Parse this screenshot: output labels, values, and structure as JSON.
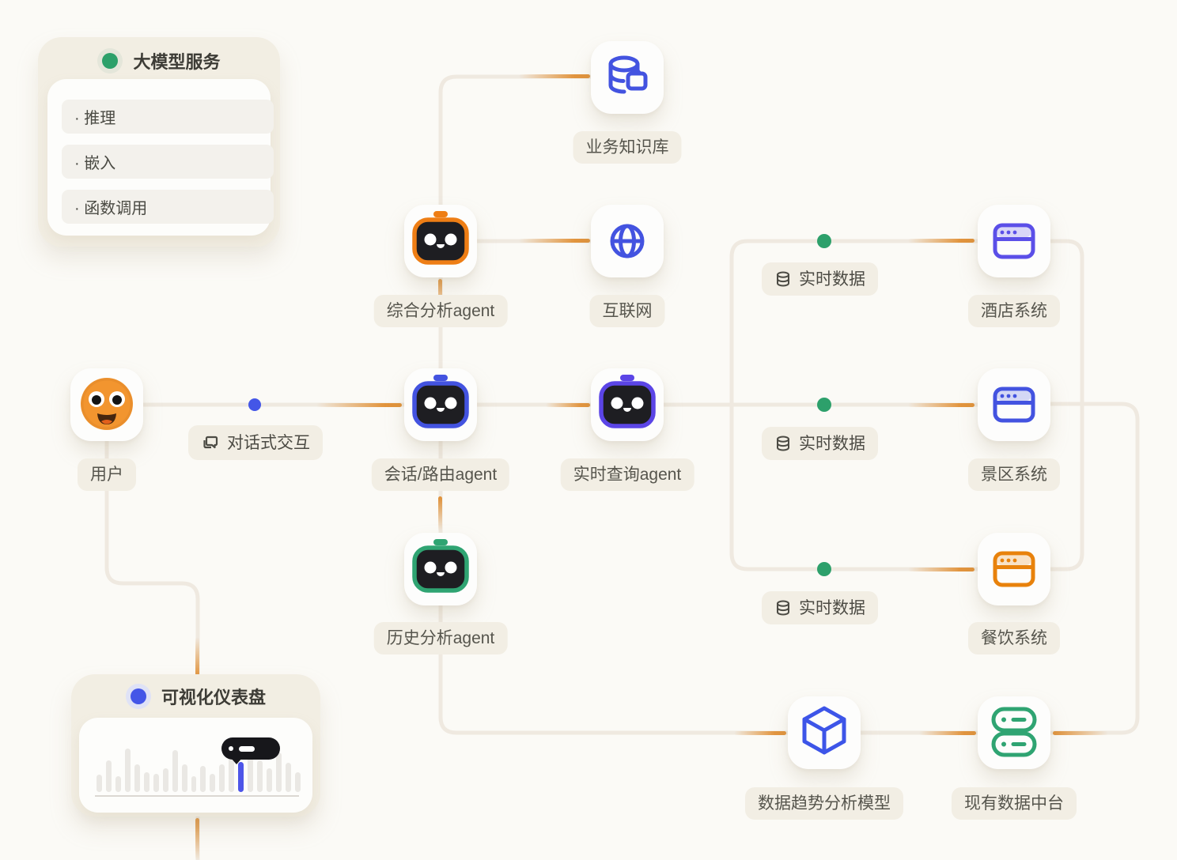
{
  "colors": {
    "background": "#fbfaf6",
    "connector": "#efe9e0",
    "flow_highlight": "#e2953f",
    "blue": "#4353e0",
    "indigo": "#5b4fe8",
    "orange": "#ee7e15",
    "orange_browser": "#e8820c",
    "green": "#2da06b",
    "cube_blue": "#3d55e8",
    "pill_background": "#f2eee4",
    "panel_background": "#f2eee3",
    "robot_face": "#1e1e22",
    "dot_blue": "#4456e7",
    "dot_green": "#2da06b",
    "bar_gray": "#eae8e4",
    "bar_highlight": "#4d55e8"
  },
  "llm_panel": {
    "title": "大模型服务",
    "items": [
      {
        "label": "· 推理"
      },
      {
        "label": "· 嵌入"
      },
      {
        "label": "· 函数调用"
      }
    ]
  },
  "nodes": {
    "knowledge": {
      "label": "业务知识库"
    },
    "analysis_agent": {
      "label": "综合分析agent"
    },
    "internet": {
      "label": "互联网"
    },
    "hotel": {
      "label": "酒店系统"
    },
    "user": {
      "label": "用户"
    },
    "router_agent": {
      "label": "会话/路由agent"
    },
    "query_agent": {
      "label": "实时查询agent"
    },
    "scenic": {
      "label": "景区系统"
    },
    "history_agent": {
      "label": "历史分析agent"
    },
    "catering": {
      "label": "餐饮系统"
    },
    "trend_model": {
      "label": "数据趋势分析模型"
    },
    "data_platform": {
      "label": "现有数据中台"
    }
  },
  "badges": {
    "chat": {
      "label": "对话式交互"
    },
    "realtime_1": {
      "label": "实时数据"
    },
    "realtime_2": {
      "label": "实时数据"
    },
    "realtime_3": {
      "label": "实时数据"
    }
  },
  "dashboard": {
    "title": "可视化仪表盘",
    "chart": {
      "type": "bar",
      "bar_heights": [
        22,
        40,
        20,
        55,
        35,
        25,
        23,
        30,
        53,
        35,
        20,
        33,
        23,
        35,
        55,
        38,
        53,
        40,
        30,
        50,
        37,
        25
      ],
      "highlight_index": 15,
      "bar_color": "#eae8e4",
      "highlight_color": "#4d55e8"
    }
  }
}
